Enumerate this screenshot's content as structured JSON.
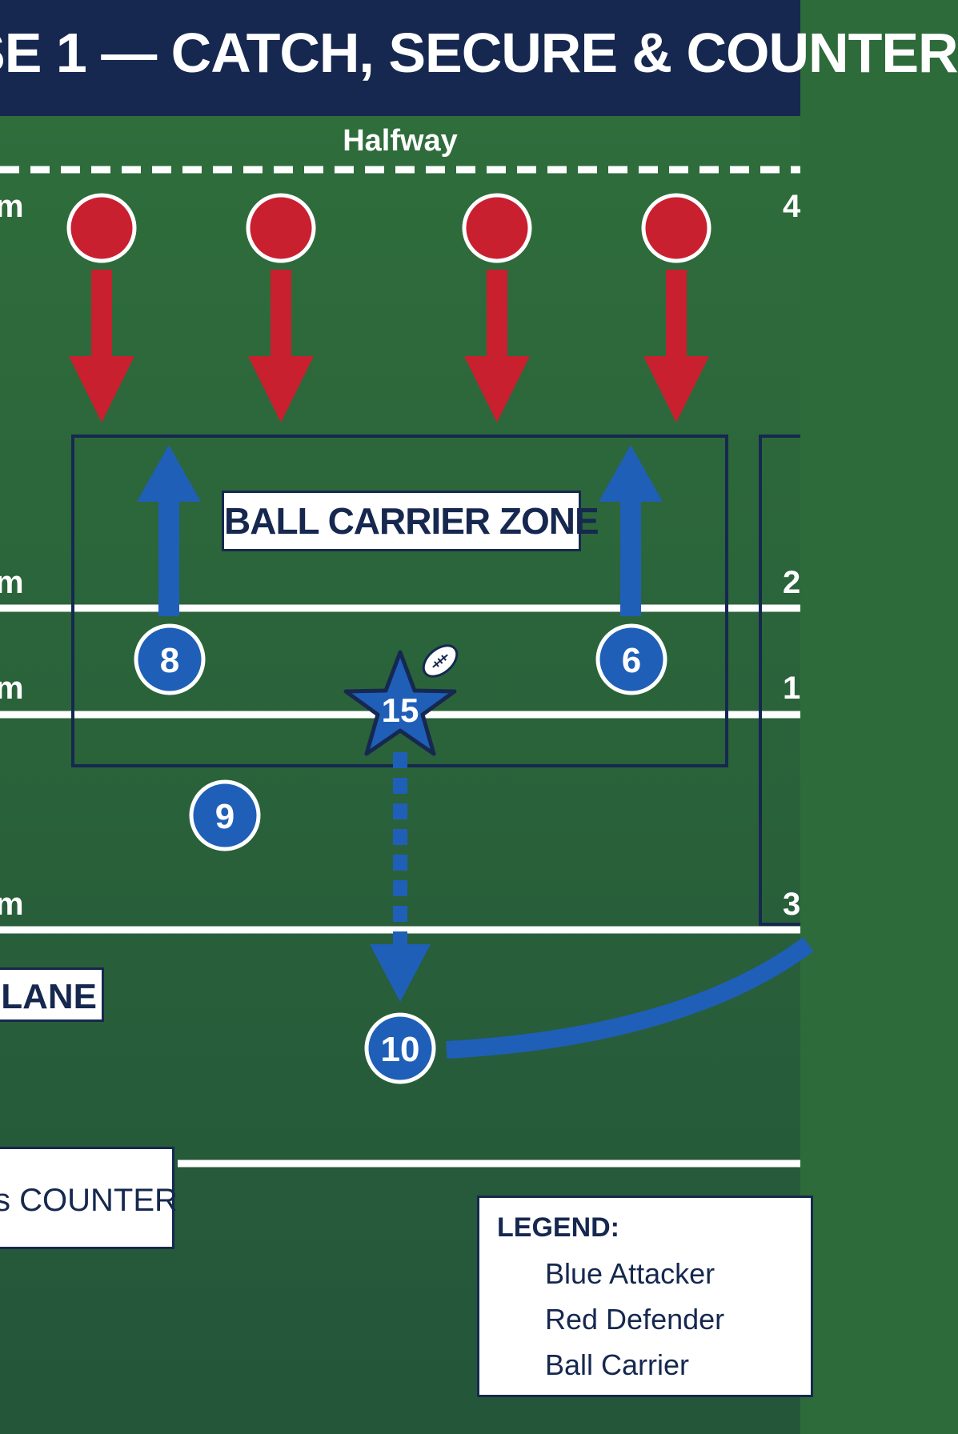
{
  "header": {
    "title": "SE 1 — CATCH, SECURE & COUNTER"
  },
  "field": {
    "halfway_label": "Halfway",
    "left_markers": [
      "m",
      "m",
      "m",
      "m"
    ],
    "right_markers": [
      "4",
      "2",
      "1",
      "3"
    ]
  },
  "zones": {
    "ball_carrier_zone": "BALL CARRIER ZONE",
    "lane": "LANE",
    "counter": "s COUNTER"
  },
  "players": {
    "attackers": [
      "8",
      "6",
      "9",
      "10"
    ],
    "ball_carrier": "15",
    "defender_count": 4
  },
  "legend": {
    "title": "LEGEND:",
    "items": [
      "Blue Attacker",
      "Red Defender",
      "Ball Carrier"
    ]
  },
  "colors": {
    "pitch": "#2e6b3a",
    "line": "#ffffff",
    "navy": "#16284f",
    "blue": "#1f5fb8",
    "red": "#c8202f"
  }
}
